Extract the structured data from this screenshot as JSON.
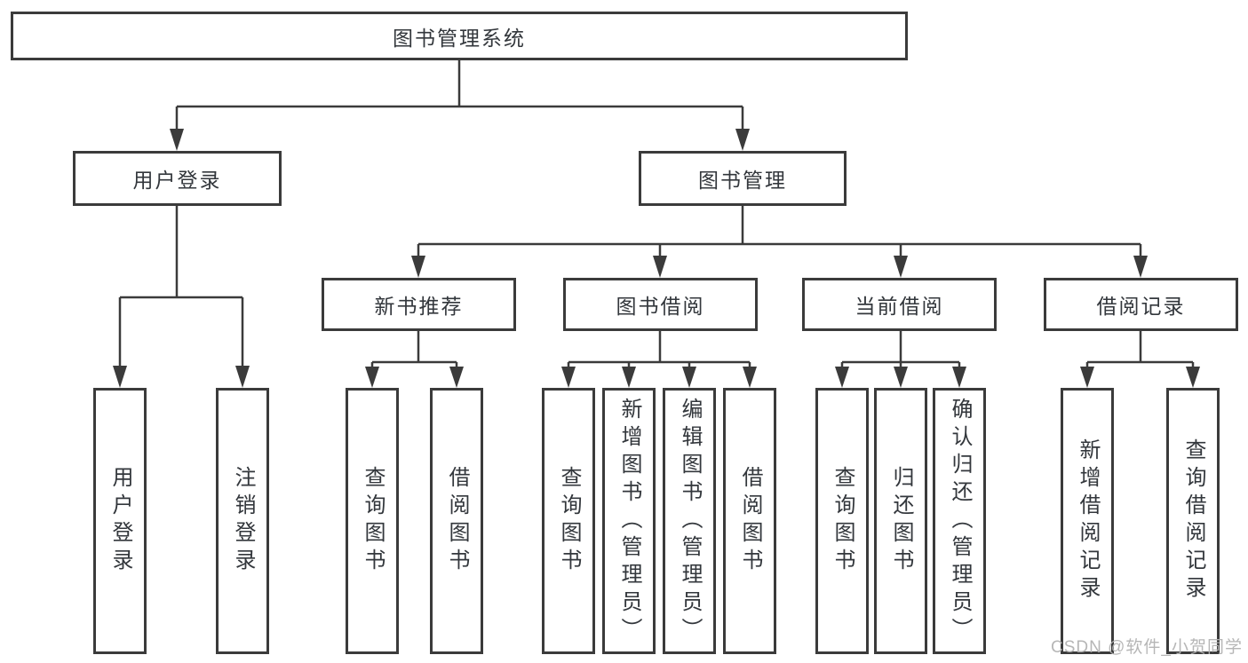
{
  "diagram": {
    "root": "图书管理系统",
    "level2": [
      "用户登录",
      "图书管理"
    ],
    "level3": [
      "新书推荐",
      "图书借阅",
      "当前借阅",
      "借阅记录"
    ],
    "leaves": {
      "user_login": [
        "用户登录",
        "注销登录"
      ],
      "new_books": [
        "查询图书",
        "借阅图书"
      ],
      "book_borrowing": [
        "查询图书",
        "新增图书（管理员）",
        "编辑图书（管理员）",
        "借阅图书"
      ],
      "current_borrowing": [
        "查询图书",
        "归还图书",
        "确认归还（管理员）"
      ],
      "borrowing_records": [
        "新增借阅记录",
        "查询借阅记录"
      ]
    },
    "watermark": "CSDN @软件_小贺同学",
    "colors": {
      "line": "#3b3b3b",
      "box_border": "#3b3b3b",
      "text": "#33373c",
      "watermark": "#b2b2b2",
      "background": "#ffffff"
    }
  }
}
